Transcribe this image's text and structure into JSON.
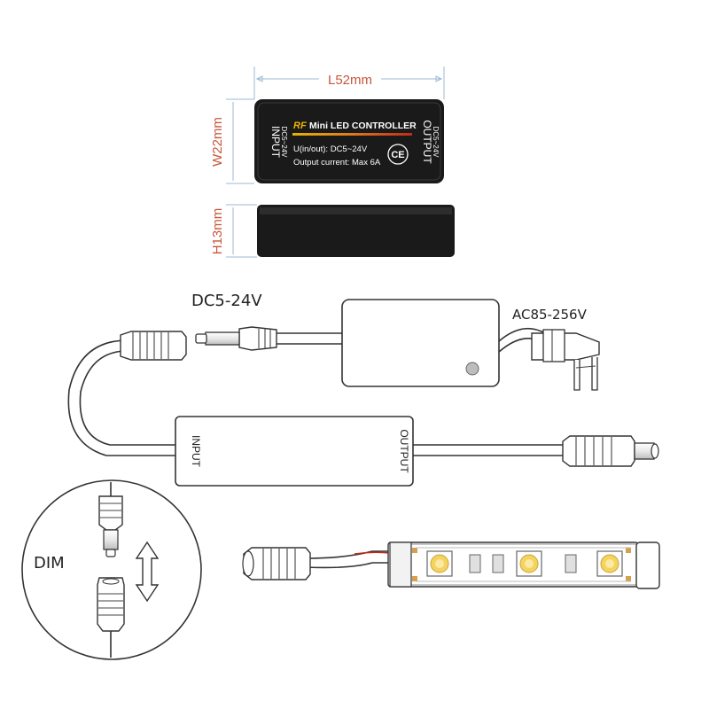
{
  "dimensions": {
    "length": "L52mm",
    "width": "W22mm",
    "height": "H13mm"
  },
  "module": {
    "brand": "RF",
    "title": "Mini LED CONTROLLER",
    "spec_voltage": "U(in/out): DC5~24V",
    "spec_current": "Output current: Max 6A",
    "ce_mark": "CE",
    "input_label": "INPUT",
    "input_sub": "DC5~24V",
    "output_label": "OUTPUT",
    "output_sub": "DC5~24V"
  },
  "wiring": {
    "dc_label": "DC5-24V",
    "ac_label": "AC85-256V",
    "controller_input": "INPUT",
    "controller_output": "OUTPUT",
    "dim_label": "DIM"
  },
  "colors": {
    "dimension": "#c8553a",
    "module_body": "#1a1a1a",
    "led_yellow": "#f4d35e",
    "dimension_line": "#9bb8d6"
  }
}
